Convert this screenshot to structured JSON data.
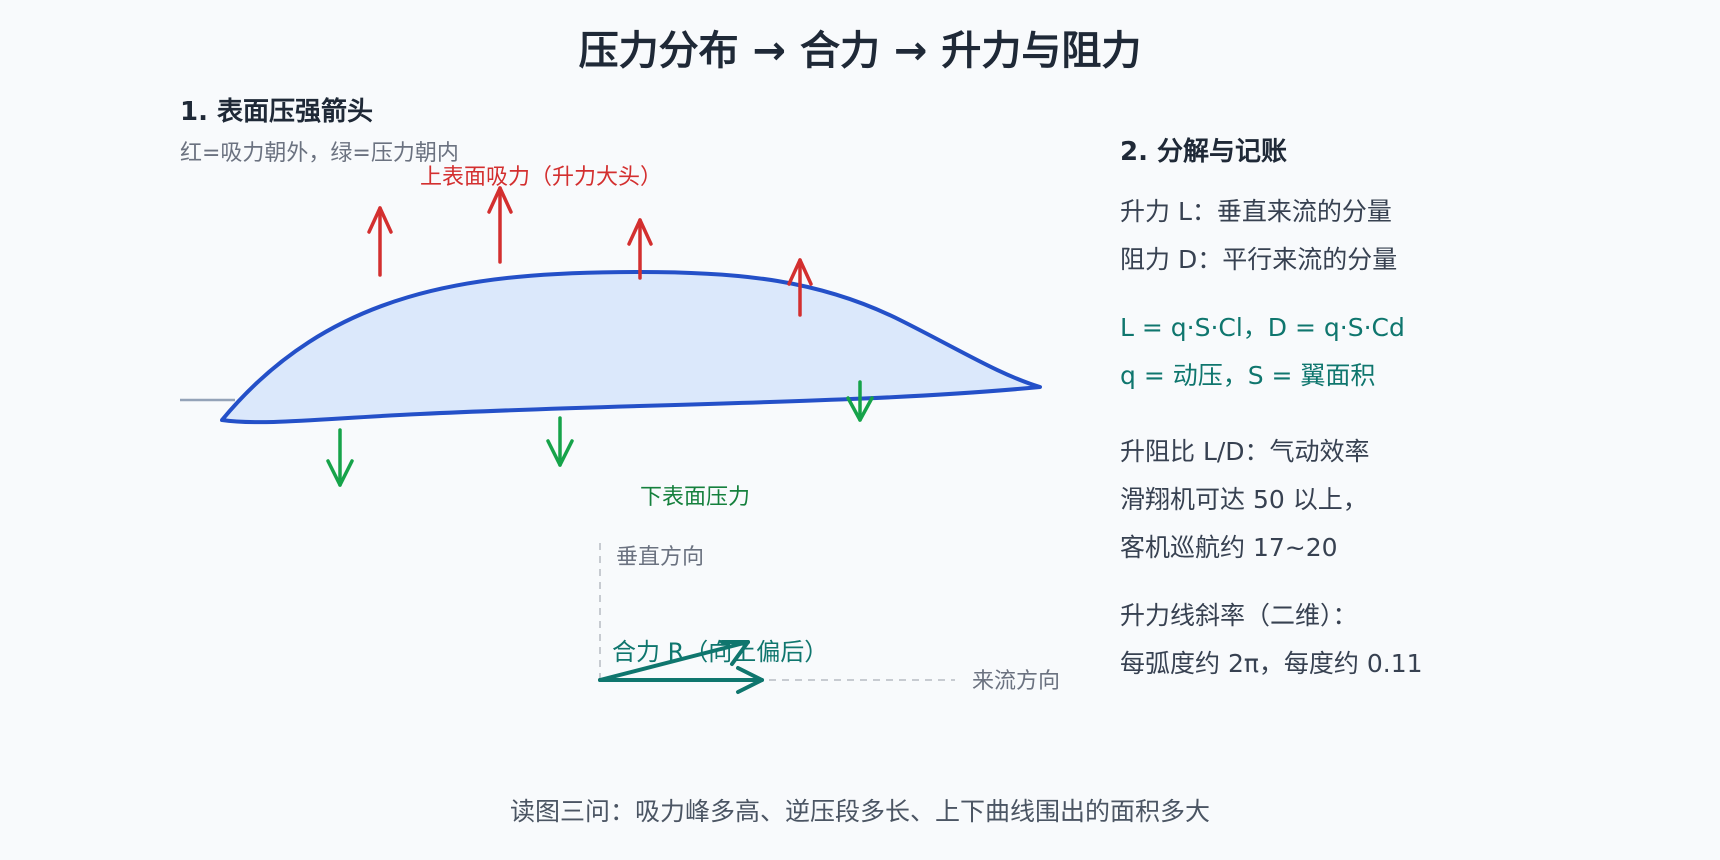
{
  "title": "压力分布 → 合力 → 升力与阻力",
  "section1": {
    "heading": "1. 表面压强箭头",
    "note": "红=吸力朝外，绿=压力朝内",
    "upper_label": "上表面吸力（升力大头）",
    "lower_label": "下表面压力"
  },
  "resultant": {
    "vertical_label": "垂直方向",
    "label": "合力 R（向上偏后）",
    "flow_label": "来流方向"
  },
  "section2": {
    "heading": "2. 分解与记账",
    "lift_def": "升力 L：垂直来流的分量",
    "drag_def": "阻力 D：平行来流的分量",
    "formula_1": "L = q·S·Cl，D = q·S·Cd",
    "formula_2": "q = 动压，S = 翼面积",
    "ld_1": "升阻比 L/D：气动效率",
    "ld_2": "滑翔机可达 50 以上，",
    "ld_3": "客机巡航约 17~20",
    "slope_1": "升力线斜率（二维）：",
    "slope_2": "每弧度约 2π，每度约 0.11"
  },
  "footer": "读图三问：吸力峰多高、逆压段多长、上下曲线围出的面积多大",
  "colors": {
    "airfoil_stroke": "#2450c8",
    "airfoil_fill": "#dbe8fb",
    "suction": "#d32f2f",
    "pressure": "#16a34a",
    "resultant": "#0f766e",
    "chord": "#94a3b8",
    "axis": "#c7cbd1"
  },
  "icons": {
    "suction_arrow": "arrow-up-icon",
    "pressure_arrow": "arrow-down-icon",
    "resultant_arrow": "arrow-right-icon"
  }
}
